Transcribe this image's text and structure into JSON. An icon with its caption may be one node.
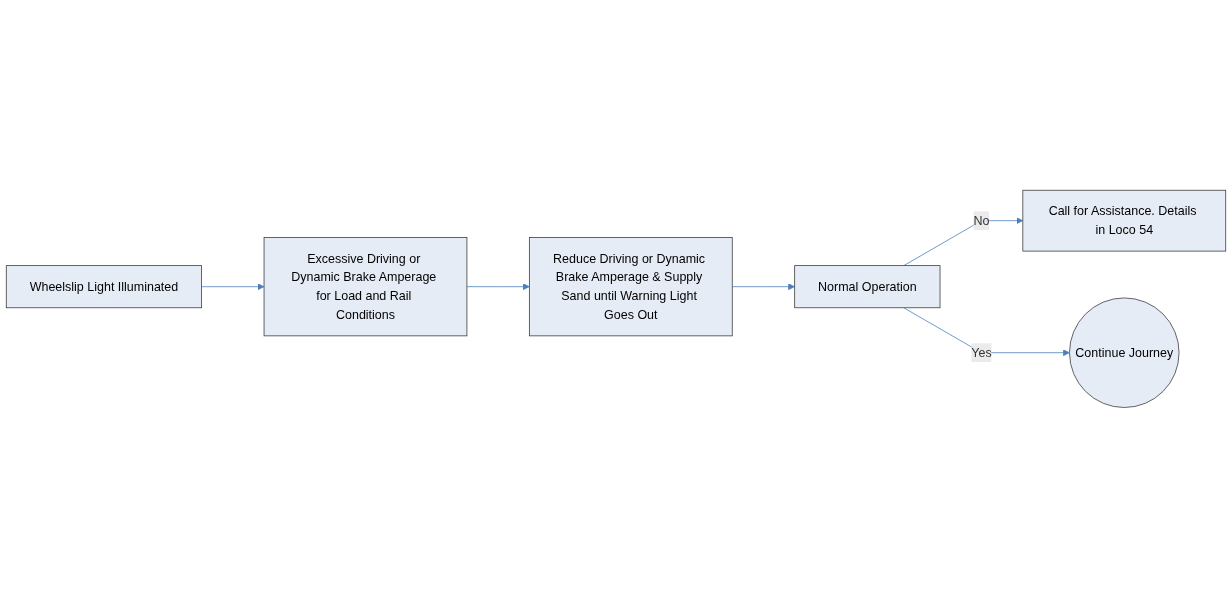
{
  "diagram": {
    "nodes": [
      {
        "text": [
          "Wheelslip Light Illuminated"
        ]
      },
      {
        "text": [
          "Excessive Driving or Dynamic Brake Amperage for Load and Rail Conditions"
        ]
      },
      {
        "text": [
          "Reduce Driving or Dynamic Brake Amperage & Supply Sand until Warning Light Goes Out"
        ]
      },
      {
        "text": [
          "Normal Operation"
        ]
      },
      {
        "text": [
          "Call for Assistance. Details in Loco 54"
        ]
      },
      {
        "text": [
          "Continue Journey"
        ]
      }
    ],
    "edges": [
      {
        "from": 0,
        "to": 1,
        "arrow": "to"
      },
      {
        "from": 1,
        "to": 2,
        "arrow": "to"
      },
      {
        "from": 2,
        "to": 3,
        "arrow": "to"
      },
      {
        "from": 3,
        "to": 4,
        "arrow": "to",
        "label": "No"
      },
      {
        "from": 3,
        "to": 5,
        "arrow": "to",
        "label": "Yes"
      }
    ]
  }
}
